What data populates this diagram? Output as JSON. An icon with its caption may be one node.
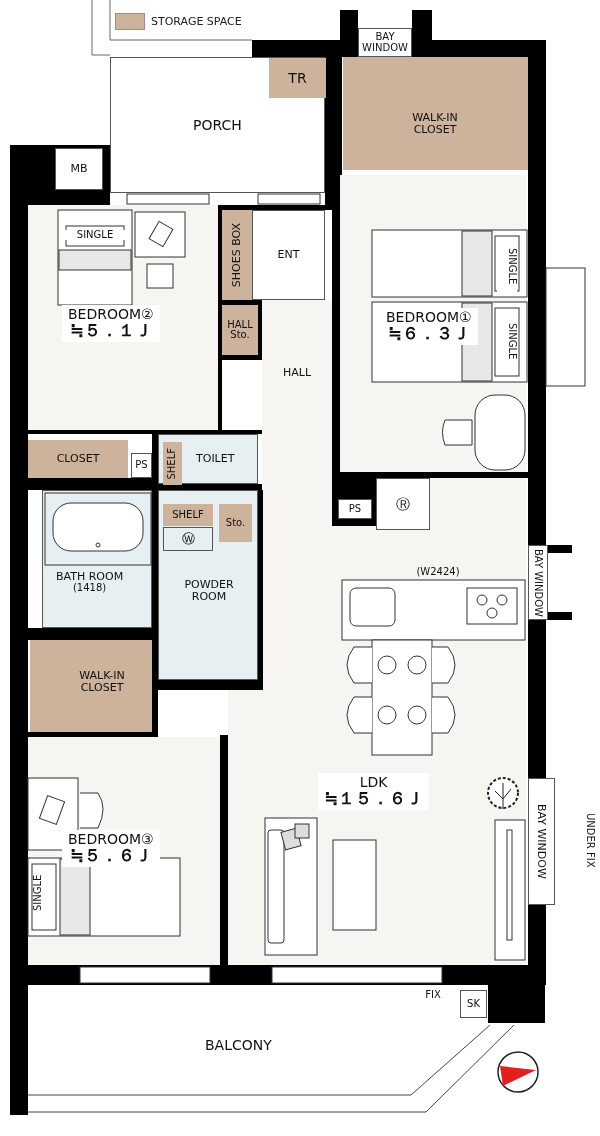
{
  "diagram": {
    "nodes": [
      {
        "text": [
          "PORCH"
        ]
      },
      {
        "text": [
          "TR"
        ],
        "in": 0
      },
      {
        "text": [
          "BAY WINDOW"
        ]
      },
      {
        "text": [
          "WALK-IN CLOSET"
        ]
      },
      {
        "text": [
          "MB"
        ]
      },
      {
        "text": [
          "SHOES BOX"
        ]
      },
      {
        "text": [
          "ENT"
        ]
      },
      {
        "text": [
          "BEDROOM②",
          "≒５．１Ｊ"
        ]
      },
      {
        "text": [
          "HALL Sto."
        ]
      },
      {
        "text": [
          "HALL"
        ]
      },
      {
        "text": [
          "BEDROOM①",
          "≒６．３Ｊ"
        ]
      },
      {
        "text": [
          "CLOSET"
        ]
      },
      {
        "text": [
          "PS"
        ]
      },
      {
        "text": [
          "TOILET"
        ]
      },
      {
        "text": [
          "SHELF"
        ],
        "in": 13
      },
      {
        "text": [
          "PS"
        ]
      },
      {
        "text": [
          "Ⓡ"
        ]
      },
      {
        "text": [
          "BATH ROOM",
          "(1418)"
        ]
      },
      {
        "text": [
          "POWDER ROOM"
        ]
      },
      {
        "text": [
          "SHELF"
        ],
        "in": 18
      },
      {
        "text": [
          "Ⓦ"
        ],
        "in": 18
      },
      {
        "text": [
          "Sto."
        ],
        "in": 18
      },
      {
        "text": [
          "BAY WINDOW"
        ]
      },
      {
        "text": [
          "WALK-IN CLOSET"
        ]
      },
      {
        "text": [
          "LDK",
          "≒１５．６Ｊ"
        ]
      },
      {
        "text": [
          "BEDROOM③",
          "≒５．６Ｊ"
        ]
      },
      {
        "text": [
          "BAY WINDOW"
        ]
      },
      {
        "text": [
          "BALCONY"
        ]
      },
      {
        "text": [
          "SK"
        ],
        "in": 27
      }
    ],
    "labels": [
      "SINGLE",
      "SINGLE",
      "SINGLE",
      "(W2424)",
      "UNDER FIX",
      "SINGLE",
      "FIX"
    ],
    "legend": [
      {
        "text": "STORAGE SPACE",
        "color": "#cdb29c"
      }
    ]
  }
}
